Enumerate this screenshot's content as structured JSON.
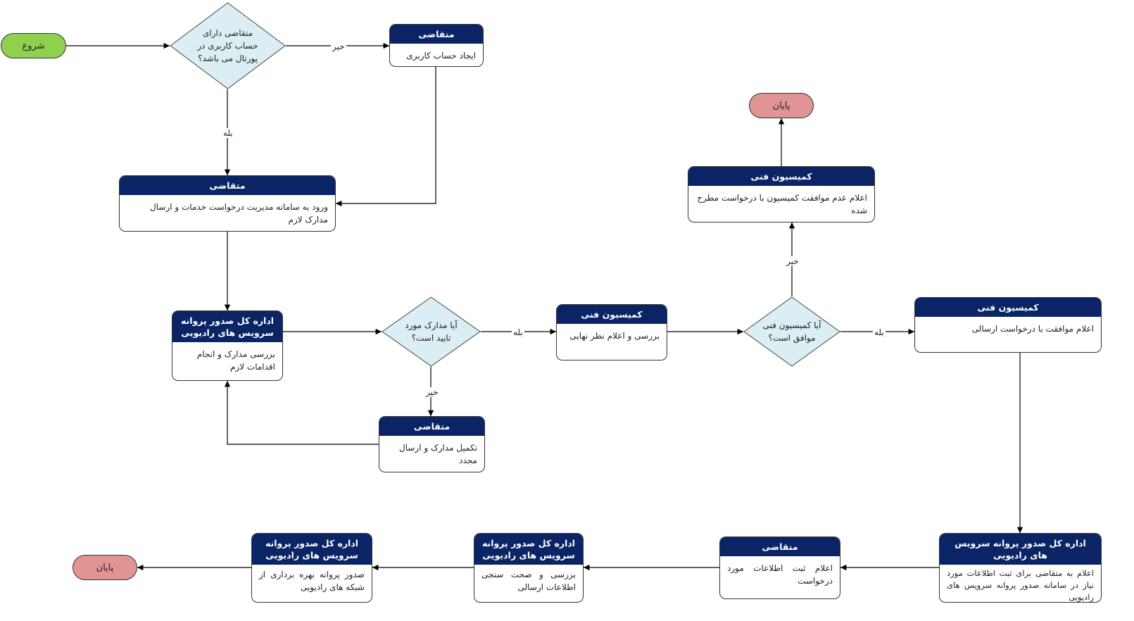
{
  "nodes": {
    "start": {
      "label": "شروع"
    },
    "q_account": {
      "text": "متقاضی دارای حساب کاربری در پورتال می باشد؟"
    },
    "create_account": {
      "actor": "متقاضی",
      "task": "ایجاد حساب کاربری"
    },
    "login": {
      "actor": "متقاضی",
      "task": "ورود به سامانه مدیریت درخواست خدمات و ارسال مدارک لازم"
    },
    "review_docs": {
      "actor": "اداره کل صدور پروانه سرویس های رادیویی",
      "task": "بررسی مدارک و انجام اقدامات لازم"
    },
    "q_docs": {
      "text": "آیا مدارک مورد تایید است؟"
    },
    "resubmit": {
      "actor": "متقاضی",
      "task": "تکمیل مدارک و ارسال مجدد"
    },
    "commission_review": {
      "actor": "کمیسیون فنی",
      "task": "بررسی و اعلام نظر نهایی"
    },
    "q_commission": {
      "text": "آیا کمیسیون فنی موافق است؟"
    },
    "reject": {
      "actor": "کمیسیون فنی",
      "task": "اعلام عدم موافقت کمیسیون با درخواست مطرح شده"
    },
    "end_top": {
      "label": "پایان"
    },
    "approve": {
      "actor": "کمیسیون فنی",
      "task": "اعلام موافقت با درخواست ارسالی"
    },
    "notify_register": {
      "actor": "اداره کل صدور پروانه سرویس های رادیویی",
      "task": "اعلام به متقاضی برای ثبت اطلاعات مورد نیاز در سامانه صدور پروانه سرویس های رادیویی"
    },
    "register_info": {
      "actor": "متقاضی",
      "task": "اعلام ثبت اطلاعات مورد درخواست"
    },
    "verify_info": {
      "actor": "اداره کل صدور پروانه سرویس های رادیویی",
      "task": "بررسی و صحت سنجی اطلاعات ارسالی"
    },
    "issue_license": {
      "actor": "اداره کل صدور پروانه سرویس های رادیویی",
      "task": "صدور پروانه بهره برداری از شبکه های رادیویی"
    },
    "end_bottom": {
      "label": "پایان"
    }
  },
  "edges": {
    "account_no": "خیر",
    "account_yes": "بله",
    "docs_yes": "بله",
    "docs_no": "خیر",
    "commission_yes": "بله",
    "commission_no": "خیر"
  },
  "colors": {
    "header": "#0b2466",
    "diamond_fill": "#daeef3",
    "start_fill": "#8fd14f",
    "end_fill": "#e09494",
    "line": "#000000"
  }
}
